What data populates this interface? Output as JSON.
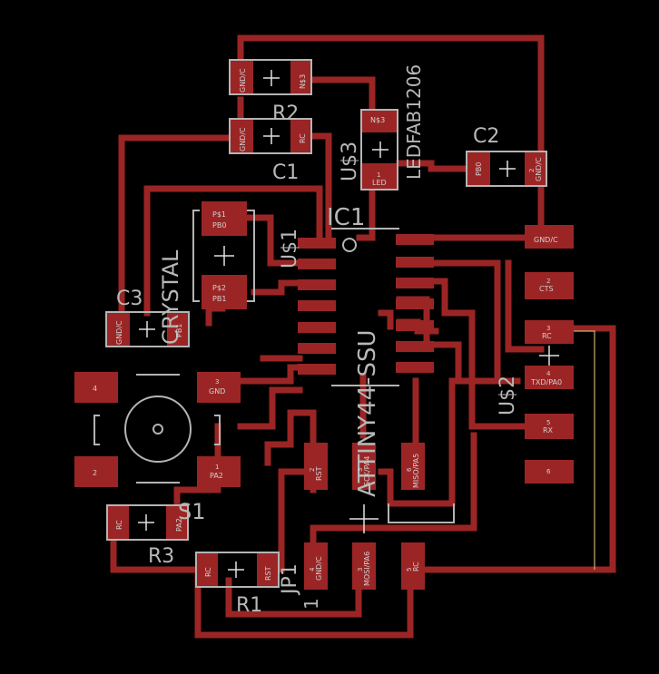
{
  "labels": {
    "ledfab": "LEDFAB1206",
    "us3": "U$3",
    "c1": "C1",
    "c2": "C2",
    "c3": "C3",
    "r1": "R1",
    "r2": "R2",
    "r3": "R3",
    "ic1": "IC1",
    "us1": "U$1",
    "us2": "U$2",
    "crystal": "CRYSTAL",
    "attiny": "ATTINY44-SSU",
    "s1": "S1",
    "jp1": "JP1",
    "jp1_num": "1"
  },
  "pads": {
    "r2_left": "GND/C",
    "r2_right": "N$3",
    "c1_left": "GND/C",
    "c1_right": "RC",
    "led_top": "N$3",
    "led_bot": "LED",
    "led_bot_num": "1",
    "c2_left": "PB0",
    "c2_right": "GND/C",
    "c2_right_num": "2",
    "crys_top_name": "P$1",
    "crys_top_net": "PB0",
    "crys_bot_name": "P$2",
    "crys_bot_net": "PB1",
    "c3_left": "GND/C",
    "c3_right": "PB1",
    "ftdi1": "GND/C",
    "ftdi2": "CTS",
    "ftdi2_num": "2",
    "ftdi3": "RC",
    "ftdi3_num": "3",
    "ftdi4": "TXD/PA0",
    "ftdi4_num": "4",
    "ftdi5": "RX",
    "ftdi5_num": "5",
    "ftdi6_num": "6",
    "sw4": "4",
    "sw3_num": "3",
    "sw3": "GND",
    "sw2": "2",
    "sw1_num": "1",
    "sw1": "PA2",
    "r3_left": "RC",
    "r3_right": "PA2",
    "r1_left": "RC",
    "r1_right": "RST",
    "isp_rst": "RST",
    "isp_rst_num": "2",
    "isp_sck": "SCK/PA4",
    "isp_sck_num": "3",
    "isp_miso": "MISO/PA5",
    "isp_miso_num": "6",
    "isp_gnd": "GND/C",
    "isp_gnd_num": "4",
    "isp_mosi": "MOSI/PA6",
    "isp_mosi_num": "3",
    "isp_rc": "RC",
    "isp_rc_num": "5"
  }
}
